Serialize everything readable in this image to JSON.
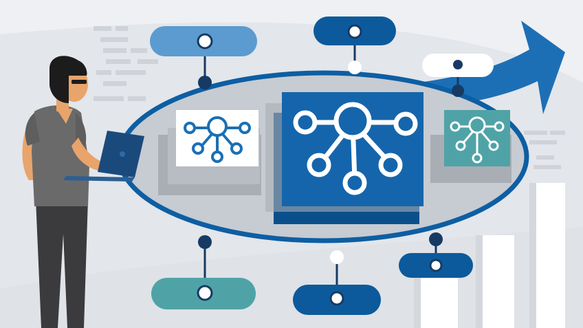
{
  "scene": {
    "description_visible_text": "",
    "colors": {
      "background": "#e3e6ea",
      "background_light": "#eef0f3",
      "dark_blue": "#0c5a9b",
      "mid_blue": "#1a6fb4",
      "light_blue": "#5b9bd0",
      "teal": "#4fa3a7",
      "panel_gray": "#c6cad1",
      "shadow_gray": "#a9adb4",
      "navy": "#163a63",
      "white": "#ffffff",
      "skin": "#e8a46b",
      "hair": "#1c1c1c",
      "shirt": "#6a6a6a",
      "pants": "#3b3b3d"
    },
    "icons": [
      "network-hub-icon-left",
      "network-hub-icon-center",
      "network-hub-icon-right",
      "upward-trend-arrow-icon",
      "person-with-laptop",
      "bar-chart-columns"
    ]
  }
}
